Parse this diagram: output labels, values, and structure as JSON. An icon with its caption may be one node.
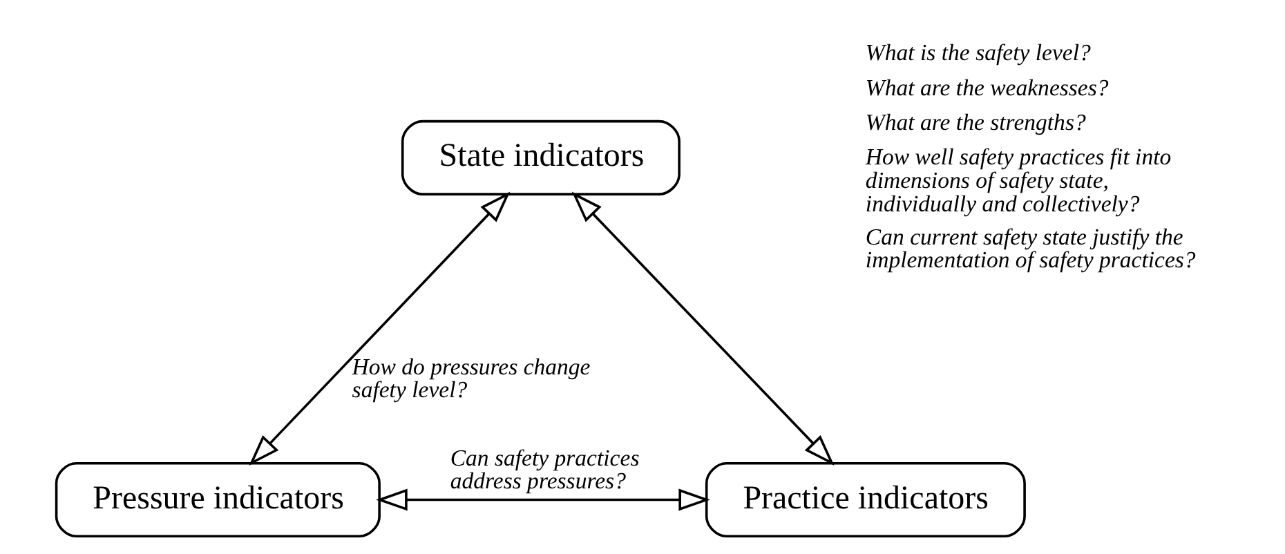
{
  "diagram": {
    "nodes": [
      {
        "text": [
          "State indicators"
        ]
      },
      {
        "text": [
          "Pressure indicators"
        ]
      },
      {
        "text": [
          "Practice indicators"
        ]
      }
    ],
    "edges": [
      {
        "from": 1,
        "to": 0,
        "arrow": "both",
        "label": "How do pressures change safety level?"
      },
      {
        "from": 0,
        "to": 2,
        "arrow": "both"
      },
      {
        "from": 1,
        "to": 2,
        "arrow": "both",
        "label": "Can safety practices address pressures?"
      }
    ],
    "labels": [
      "What is the safety level?",
      "What are the weaknesses?",
      "What are the strengths?",
      "How well safety practices fit into dimensions of safety state, individually and collectively?",
      "Can current safety state justify the implementation of safety practices?"
    ]
  }
}
